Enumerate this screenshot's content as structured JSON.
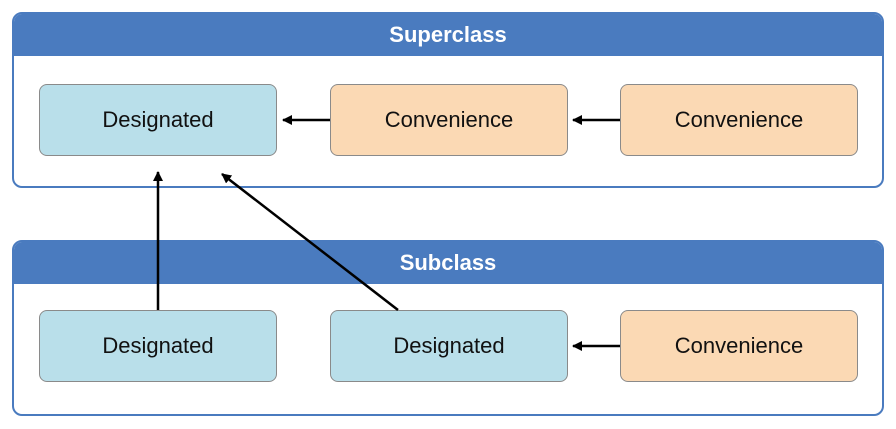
{
  "superclass": {
    "title": "Superclass",
    "nodes": [
      "Designated",
      "Convenience",
      "Convenience"
    ]
  },
  "subclass": {
    "title": "Subclass",
    "nodes": [
      "Designated",
      "Designated",
      "Convenience"
    ]
  },
  "colors": {
    "header": "#4a7bbf",
    "designated": "#b9dfea",
    "convenience": "#fbd9b4",
    "arrow": "#000000"
  }
}
